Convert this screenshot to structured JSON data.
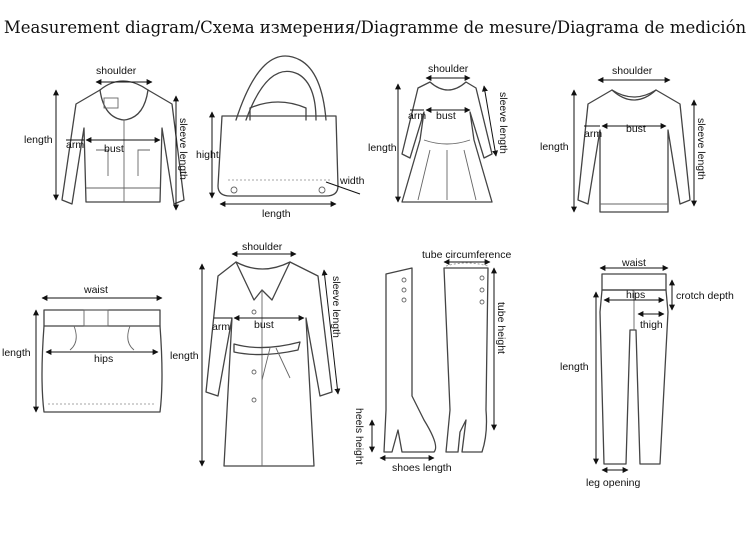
{
  "title": "Measurement diagram/Схема измерения/Diagramme de mesure/Diagrama de medición",
  "items": {
    "hoodie": {
      "shoulder": "shoulder",
      "length": "length",
      "arm": "arm",
      "bust": "bust",
      "sleeve_length": "sleeve length"
    },
    "bag": {
      "hight": "hight",
      "width": "width",
      "length": "length"
    },
    "dress": {
      "shoulder": "shoulder",
      "length": "length",
      "arm": "arm",
      "bust": "bust",
      "sleeve_length": "sleeve length"
    },
    "sweater": {
      "shoulder": "shoulder",
      "length": "length",
      "arm": "arm",
      "bust": "bust",
      "sleeve_length": "sleeve length"
    },
    "skirt": {
      "waist": "waist",
      "length": "length",
      "hips": "hips"
    },
    "coat": {
      "shoulder": "shoulder",
      "length": "length",
      "arm": "arm",
      "bust": "bust",
      "sleeve_length": "sleeve length"
    },
    "boot": {
      "tube_circumference": "tube circumference",
      "tube_height": "tube height",
      "heels_height": "heels height",
      "shoes_length": "shoes length"
    },
    "pants": {
      "waist": "waist",
      "hips": "hips",
      "crotch_depth": "crotch depth",
      "thigh": "thigh",
      "length": "length",
      "leg_opening": "leg opening"
    }
  },
  "colors": {
    "outline": "#444444",
    "measure": "#111111",
    "background": "#ffffff"
  }
}
